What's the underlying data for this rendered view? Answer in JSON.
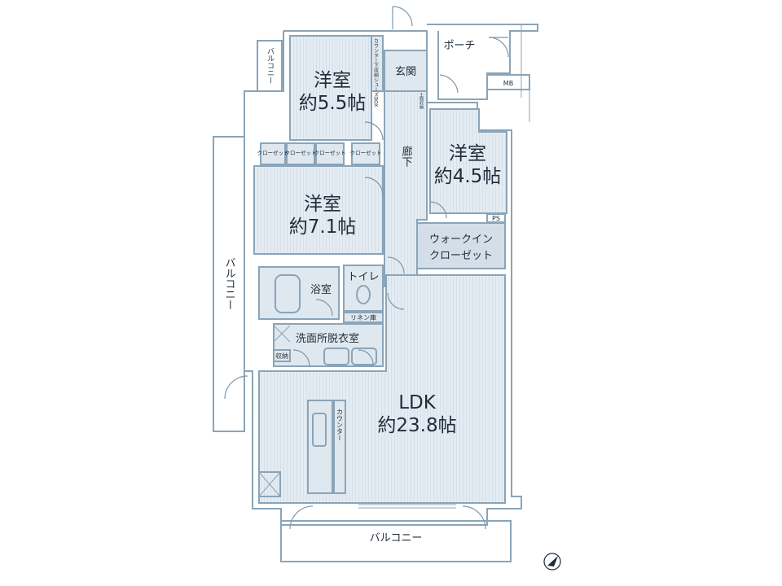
{
  "rooms": {
    "western_55": {
      "name": "洋室",
      "size": "約5.5帖"
    },
    "western_45": {
      "name": "洋室",
      "size": "約4.5帖"
    },
    "western_71": {
      "name": "洋室",
      "size": "約7.1帖"
    },
    "ldk": {
      "name": "LDK",
      "size": "約23.8帖"
    },
    "entrance": "玄関",
    "porch": "ポーチ",
    "mb": "MB",
    "ps": "PS",
    "hallway": "廊下",
    "walk_in_closet": {
      "line1": "ウォークイン",
      "line2": "クローゼット"
    },
    "bathroom": "浴室",
    "toilet": "トイレ",
    "linen": "リネン庫",
    "washroom": "洗面所脱衣室",
    "storage": "収納",
    "counter": "カウンター",
    "shoe_box": "カウンター下収納シューズBOX",
    "doma_storage": "土間収納",
    "closets": [
      "クローゼット",
      "クローゼット",
      "クローゼット",
      "クローゼット"
    ],
    "balcony_top": "バルコニー",
    "balcony_left": "バルコニー",
    "balcony_bottom": "バルコニー"
  },
  "colors": {
    "wall": "#8aa4b8",
    "fill": "#dfe8ef",
    "text": "#1f2d3a"
  }
}
